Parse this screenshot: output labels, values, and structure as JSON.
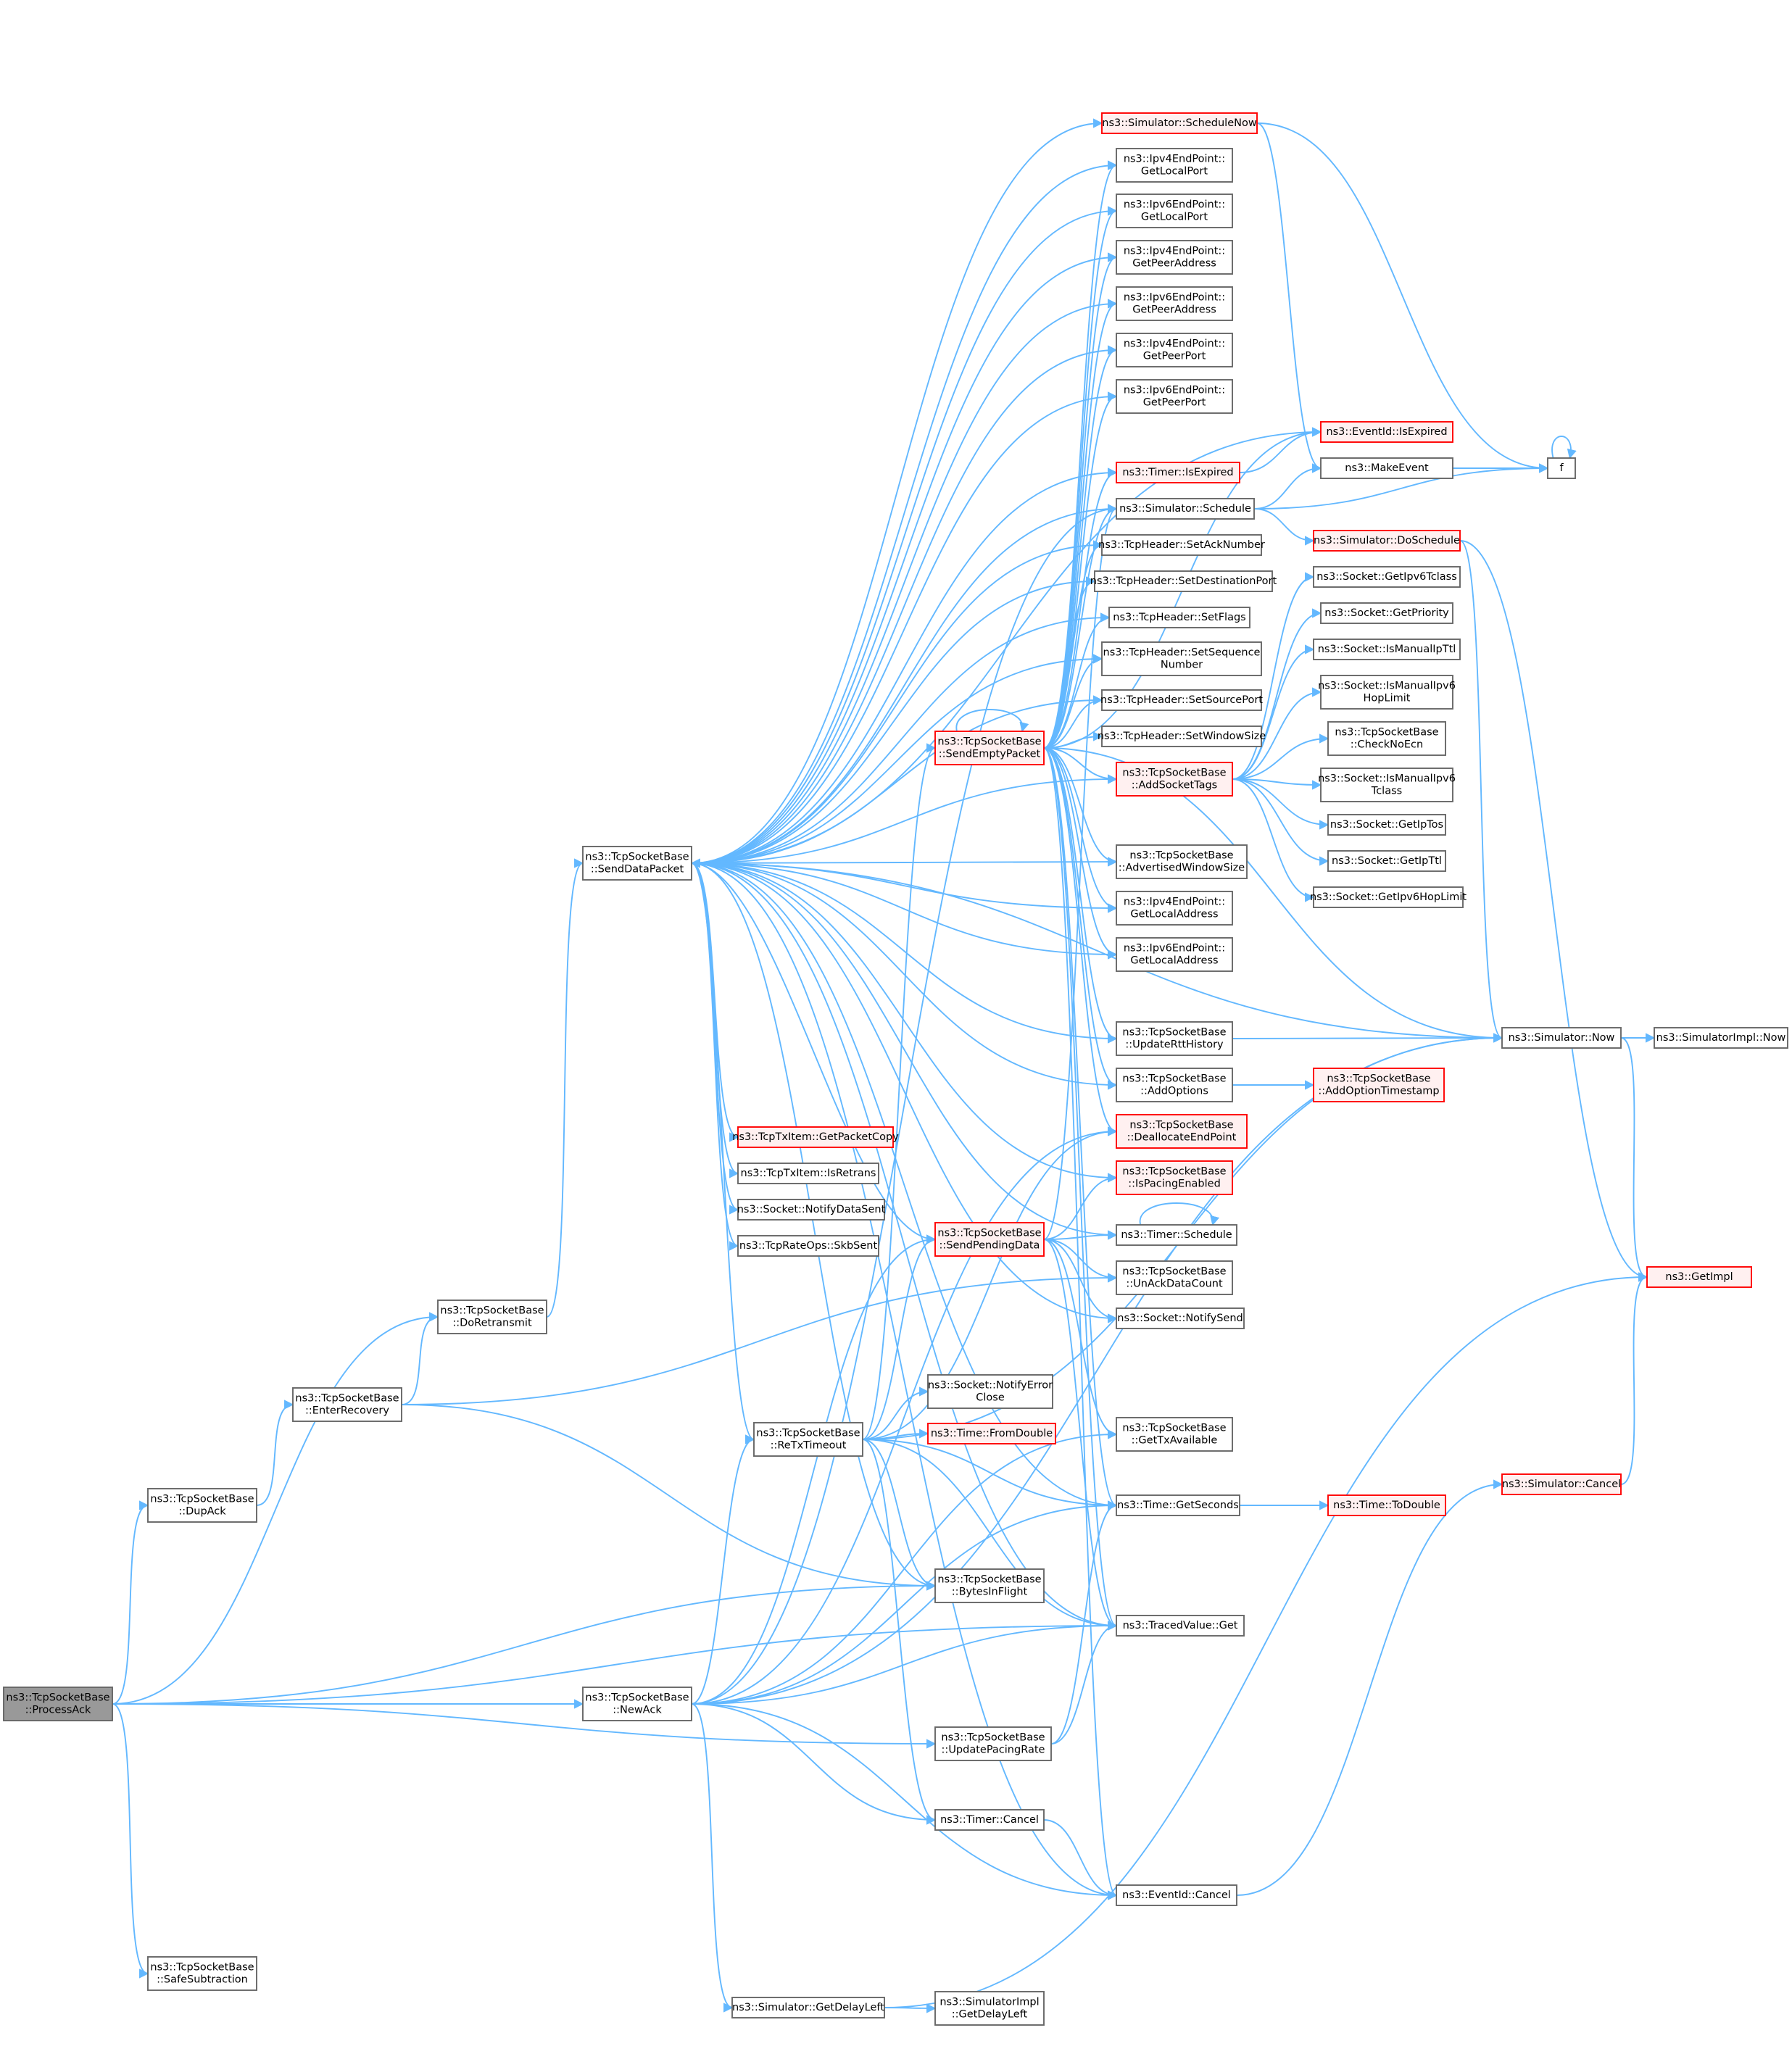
{
  "nodes": [
    {
      "id": "process_ack",
      "lines": [
        "ns3::TcpSocketBase",
        "::ProcessAck"
      ],
      "style": "root"
    },
    {
      "id": "dup_ack",
      "lines": [
        "ns3::TcpSocketBase",
        "::DupAck"
      ],
      "style": "normal"
    },
    {
      "id": "safe_sub",
      "lines": [
        "ns3::TcpSocketBase",
        "::SafeSubtraction"
      ],
      "style": "normal"
    },
    {
      "id": "enter_recovery",
      "lines": [
        "ns3::TcpSocketBase",
        "::EnterRecovery"
      ],
      "style": "normal"
    },
    {
      "id": "do_retransmit",
      "lines": [
        "ns3::TcpSocketBase",
        "::DoRetransmit"
      ],
      "style": "normal"
    },
    {
      "id": "send_data_packet",
      "lines": [
        "ns3::TcpSocketBase",
        "::SendDataPacket"
      ],
      "style": "normal"
    },
    {
      "id": "new_ack",
      "lines": [
        "ns3::TcpSocketBase",
        "::NewAck"
      ],
      "style": "normal"
    },
    {
      "id": "retx_timeout",
      "lines": [
        "ns3::TcpSocketBase",
        "::ReTxTimeout"
      ],
      "style": "normal"
    },
    {
      "id": "get_delay_left",
      "lines": [
        "ns3::Simulator::GetDelayLeft"
      ],
      "style": "normal"
    },
    {
      "id": "txitem_getpacketcopy",
      "lines": [
        "ns3::TcpTxItem::GetPacketCopy"
      ],
      "style": "red"
    },
    {
      "id": "txitem_isretrans",
      "lines": [
        "ns3::TcpTxItem::IsRetrans"
      ],
      "style": "normal"
    },
    {
      "id": "notify_data_sent",
      "lines": [
        "ns3::Socket::NotifyDataSent"
      ],
      "style": "normal"
    },
    {
      "id": "skb_sent",
      "lines": [
        "ns3::TcpRateOps::SkbSent"
      ],
      "style": "normal"
    },
    {
      "id": "send_empty_packet",
      "lines": [
        "ns3::TcpSocketBase",
        "::SendEmptyPacket"
      ],
      "style": "red"
    },
    {
      "id": "send_pending_data",
      "lines": [
        "ns3::TcpSocketBase",
        "::SendPendingData"
      ],
      "style": "red"
    },
    {
      "id": "notify_error_close",
      "lines": [
        "ns3::Socket::NotifyError",
        "Close"
      ],
      "style": "normal"
    },
    {
      "id": "time_fromdouble",
      "lines": [
        "ns3::Time::FromDouble"
      ],
      "style": "red"
    },
    {
      "id": "bytes_in_flight",
      "lines": [
        "ns3::TcpSocketBase",
        "::BytesInFlight"
      ],
      "style": "normal"
    },
    {
      "id": "update_pacing_rate",
      "lines": [
        "ns3::TcpSocketBase",
        "::UpdatePacingRate"
      ],
      "style": "normal"
    },
    {
      "id": "timer_cancel",
      "lines": [
        "ns3::Timer::Cancel"
      ],
      "style": "normal"
    },
    {
      "id": "simimpl_getdelayleft",
      "lines": [
        "ns3::SimulatorImpl",
        "::GetDelayLeft"
      ],
      "style": "normal"
    },
    {
      "id": "schedule_now",
      "lines": [
        "ns3::Simulator::ScheduleNow"
      ],
      "style": "red"
    },
    {
      "id": "ipv4_getlocalport",
      "lines": [
        "ns3::Ipv4EndPoint::",
        "GetLocalPort"
      ],
      "style": "normal"
    },
    {
      "id": "ipv6_getlocalport",
      "lines": [
        "ns3::Ipv6EndPoint::",
        "GetLocalPort"
      ],
      "style": "normal"
    },
    {
      "id": "ipv4_getpeeraddress",
      "lines": [
        "ns3::Ipv4EndPoint::",
        "GetPeerAddress"
      ],
      "style": "normal"
    },
    {
      "id": "ipv6_getpeeraddress",
      "lines": [
        "ns3::Ipv6EndPoint::",
        "GetPeerAddress"
      ],
      "style": "normal"
    },
    {
      "id": "ipv4_getpeerport",
      "lines": [
        "ns3::Ipv4EndPoint::",
        "GetPeerPort"
      ],
      "style": "normal"
    },
    {
      "id": "ipv6_getpeerport",
      "lines": [
        "ns3::Ipv6EndPoint::",
        "GetPeerPort"
      ],
      "style": "normal"
    },
    {
      "id": "timer_isexpired",
      "lines": [
        "ns3::Timer::IsExpired"
      ],
      "style": "red"
    },
    {
      "id": "sim_schedule",
      "lines": [
        "ns3::Simulator::Schedule"
      ],
      "style": "normal"
    },
    {
      "id": "set_ack_number",
      "lines": [
        "ns3::TcpHeader::SetAckNumber"
      ],
      "style": "normal"
    },
    {
      "id": "set_dest_port",
      "lines": [
        "ns3::TcpHeader::SetDestinationPort"
      ],
      "style": "normal"
    },
    {
      "id": "set_flags",
      "lines": [
        "ns3::TcpHeader::SetFlags"
      ],
      "style": "normal"
    },
    {
      "id": "set_seq_number",
      "lines": [
        "ns3::TcpHeader::SetSequence",
        "Number"
      ],
      "style": "normal"
    },
    {
      "id": "set_source_port",
      "lines": [
        "ns3::TcpHeader::SetSourcePort"
      ],
      "style": "normal"
    },
    {
      "id": "set_window_size",
      "lines": [
        "ns3::TcpHeader::SetWindowSize"
      ],
      "style": "normal"
    },
    {
      "id": "add_socket_tags",
      "lines": [
        "ns3::TcpSocketBase",
        "::AddSocketTags"
      ],
      "style": "red"
    },
    {
      "id": "advertised_window",
      "lines": [
        "ns3::TcpSocketBase",
        "::AdvertisedWindowSize"
      ],
      "style": "normal"
    },
    {
      "id": "ipv4_getlocaladdress",
      "lines": [
        "ns3::Ipv4EndPoint::",
        "GetLocalAddress"
      ],
      "style": "normal"
    },
    {
      "id": "ipv6_getlocaladdress",
      "lines": [
        "ns3::Ipv6EndPoint::",
        "GetLocalAddress"
      ],
      "style": "normal"
    },
    {
      "id": "update_rtt_history",
      "lines": [
        "ns3::TcpSocketBase",
        "::UpdateRttHistory"
      ],
      "style": "normal"
    },
    {
      "id": "add_options",
      "lines": [
        "ns3::TcpSocketBase",
        "::AddOptions"
      ],
      "style": "normal"
    },
    {
      "id": "deallocate_endpoint",
      "lines": [
        "ns3::TcpSocketBase",
        "::DeallocateEndPoint"
      ],
      "style": "red"
    },
    {
      "id": "is_pacing_enabled",
      "lines": [
        "ns3::TcpSocketBase",
        "::IsPacingEnabled"
      ],
      "style": "red"
    },
    {
      "id": "timer_schedule",
      "lines": [
        "ns3::Timer::Schedule"
      ],
      "style": "normal"
    },
    {
      "id": "unack_data_count",
      "lines": [
        "ns3::TcpSocketBase",
        "::UnAckDataCount"
      ],
      "style": "normal"
    },
    {
      "id": "notify_send",
      "lines": [
        "ns3::Socket::NotifySend"
      ],
      "style": "normal"
    },
    {
      "id": "get_tx_available",
      "lines": [
        "ns3::TcpSocketBase",
        "::GetTxAvailable"
      ],
      "style": "normal"
    },
    {
      "id": "time_getseconds",
      "lines": [
        "ns3::Time::GetSeconds"
      ],
      "style": "normal"
    },
    {
      "id": "traced_value_get",
      "lines": [
        "ns3::TracedValue::Get"
      ],
      "style": "normal"
    },
    {
      "id": "eventid_cancel",
      "lines": [
        "ns3::EventId::Cancel"
      ],
      "style": "normal"
    },
    {
      "id": "eventid_isexpired",
      "lines": [
        "ns3::EventId::IsExpired"
      ],
      "style": "red"
    },
    {
      "id": "make_event",
      "lines": [
        "ns3::MakeEvent"
      ],
      "style": "normal"
    },
    {
      "id": "sim_doschedule",
      "lines": [
        "ns3::Simulator::DoSchedule"
      ],
      "style": "red"
    },
    {
      "id": "get_ipv6_tclass",
      "lines": [
        "ns3::Socket::GetIpv6Tclass"
      ],
      "style": "normal"
    },
    {
      "id": "get_priority",
      "lines": [
        "ns3::Socket::GetPriority"
      ],
      "style": "normal"
    },
    {
      "id": "is_manual_ipttl",
      "lines": [
        "ns3::Socket::IsManualIpTtl"
      ],
      "style": "normal"
    },
    {
      "id": "is_manual_ipv6hoplimit",
      "lines": [
        "ns3::Socket::IsManualIpv6",
        "HopLimit"
      ],
      "style": "normal"
    },
    {
      "id": "check_no_ecn",
      "lines": [
        "ns3::TcpSocketBase",
        "::CheckNoEcn"
      ],
      "style": "normal"
    },
    {
      "id": "is_manual_ipv6tclass",
      "lines": [
        "ns3::Socket::IsManualIpv6",
        "Tclass"
      ],
      "style": "normal"
    },
    {
      "id": "get_ip_tos",
      "lines": [
        "ns3::Socket::GetIpTos"
      ],
      "style": "normal"
    },
    {
      "id": "get_ip_ttl",
      "lines": [
        "ns3::Socket::GetIpTtl"
      ],
      "style": "normal"
    },
    {
      "id": "get_ipv6_hoplimit",
      "lines": [
        "ns3::Socket::GetIpv6HopLimit"
      ],
      "style": "normal"
    },
    {
      "id": "add_option_timestamp",
      "lines": [
        "ns3::TcpSocketBase",
        "::AddOptionTimestamp"
      ],
      "style": "red"
    },
    {
      "id": "time_todouble",
      "lines": [
        "ns3::Time::ToDouble"
      ],
      "style": "red"
    },
    {
      "id": "f_func",
      "lines": [
        "f"
      ],
      "style": "normal"
    },
    {
      "id": "sim_now",
      "lines": [
        "ns3::Simulator::Now"
      ],
      "style": "normal"
    },
    {
      "id": "sim_cancel",
      "lines": [
        "ns3::Simulator::Cancel"
      ],
      "style": "red"
    },
    {
      "id": "simimpl_now",
      "lines": [
        "ns3::SimulatorImpl::Now"
      ],
      "style": "normal"
    },
    {
      "id": "get_impl",
      "lines": [
        "ns3::GetImpl"
      ],
      "style": "red"
    }
  ],
  "edges": [
    [
      "process_ack",
      "do_retransmit"
    ],
    [
      "process_ack",
      "dup_ack"
    ],
    [
      "process_ack",
      "bytes_in_flight"
    ],
    [
      "process_ack",
      "new_ack"
    ],
    [
      "process_ack",
      "update_pacing_rate"
    ],
    [
      "process_ack",
      "traced_value_get"
    ],
    [
      "process_ack",
      "safe_sub"
    ],
    [
      "dup_ack",
      "enter_recovery"
    ],
    [
      "enter_recovery",
      "do_retransmit"
    ],
    [
      "enter_recovery",
      "unack_data_count"
    ],
    [
      "enter_recovery",
      "bytes_in_flight"
    ],
    [
      "do_retransmit",
      "send_data_packet"
    ],
    [
      "send_data_packet",
      "schedule_now"
    ],
    [
      "send_data_packet",
      "ipv4_getlocalport"
    ],
    [
      "send_data_packet",
      "ipv6_getlocalport"
    ],
    [
      "send_data_packet",
      "ipv4_getpeeraddress"
    ],
    [
      "send_data_packet",
      "ipv6_getpeeraddress"
    ],
    [
      "send_data_packet",
      "ipv4_getpeerport"
    ],
    [
      "send_data_packet",
      "ipv6_getpeerport"
    ],
    [
      "send_data_packet",
      "eventid_isexpired"
    ],
    [
      "send_data_packet",
      "timer_isexpired"
    ],
    [
      "send_data_packet",
      "sim_schedule"
    ],
    [
      "send_data_packet",
      "set_ack_number"
    ],
    [
      "send_data_packet",
      "set_dest_port"
    ],
    [
      "send_data_packet",
      "set_flags"
    ],
    [
      "send_data_packet",
      "set_seq_number"
    ],
    [
      "send_data_packet",
      "set_source_port"
    ],
    [
      "send_data_packet",
      "add_socket_tags"
    ],
    [
      "send_data_packet",
      "advertised_window"
    ],
    [
      "send_data_packet",
      "ipv4_getlocaladdress"
    ],
    [
      "send_data_packet",
      "ipv6_getlocaladdress"
    ],
    [
      "send_data_packet",
      "sim_now"
    ],
    [
      "send_data_packet",
      "update_rtt_history"
    ],
    [
      "send_data_packet",
      "add_options"
    ],
    [
      "send_data_packet",
      "is_pacing_enabled"
    ],
    [
      "send_data_packet",
      "txitem_getpacketcopy"
    ],
    [
      "send_data_packet",
      "txitem_isretrans"
    ],
    [
      "send_data_packet",
      "notify_data_sent"
    ],
    [
      "send_data_packet",
      "skb_sent"
    ],
    [
      "send_data_packet",
      "timer_schedule"
    ],
    [
      "send_data_packet",
      "retx_timeout"
    ],
    [
      "send_data_packet",
      "bytes_in_flight"
    ],
    [
      "send_data_packet",
      "time_getseconds"
    ],
    [
      "send_data_packet",
      "traced_value_get"
    ],
    [
      "send_data_packet",
      "eventid_cancel"
    ],
    [
      "send_data_packet",
      "notify_send"
    ],
    [
      "new_ack",
      "retx_timeout"
    ],
    [
      "new_ack",
      "sim_schedule"
    ],
    [
      "new_ack",
      "send_pending_data"
    ],
    [
      "new_ack",
      "deallocate_endpoint"
    ],
    [
      "new_ack",
      "get_tx_available"
    ],
    [
      "new_ack",
      "time_getseconds"
    ],
    [
      "new_ack",
      "traced_value_get"
    ],
    [
      "new_ack",
      "eventid_cancel"
    ],
    [
      "new_ack",
      "sim_now"
    ],
    [
      "new_ack",
      "get_delay_left"
    ],
    [
      "new_ack",
      "timer_cancel"
    ],
    [
      "retx_timeout",
      "send_empty_packet"
    ],
    [
      "retx_timeout",
      "send_pending_data"
    ],
    [
      "retx_timeout",
      "notify_error_close"
    ],
    [
      "retx_timeout",
      "time_fromdouble"
    ],
    [
      "retx_timeout",
      "bytes_in_flight"
    ],
    [
      "retx_timeout",
      "deallocate_endpoint"
    ],
    [
      "retx_timeout",
      "time_getseconds"
    ],
    [
      "retx_timeout",
      "traced_value_get"
    ],
    [
      "retx_timeout",
      "timer_cancel"
    ],
    [
      "retx_timeout",
      "sim_now"
    ],
    [
      "get_delay_left",
      "simimpl_getdelayleft"
    ],
    [
      "get_delay_left",
      "get_impl"
    ],
    [
      "send_empty_packet",
      "send_empty_packet"
    ],
    [
      "send_empty_packet",
      "ipv4_getlocalport"
    ],
    [
      "send_empty_packet",
      "ipv6_getlocalport"
    ],
    [
      "send_empty_packet",
      "ipv4_getpeeraddress"
    ],
    [
      "send_empty_packet",
      "ipv6_getpeeraddress"
    ],
    [
      "send_empty_packet",
      "ipv4_getpeerport"
    ],
    [
      "send_empty_packet",
      "ipv6_getpeerport"
    ],
    [
      "send_empty_packet",
      "eventid_isexpired"
    ],
    [
      "send_empty_packet",
      "timer_isexpired"
    ],
    [
      "send_empty_packet",
      "sim_schedule"
    ],
    [
      "send_empty_packet",
      "set_ack_number"
    ],
    [
      "send_empty_packet",
      "set_dest_port"
    ],
    [
      "send_empty_packet",
      "set_flags"
    ],
    [
      "send_empty_packet",
      "set_seq_number"
    ],
    [
      "send_empty_packet",
      "set_source_port"
    ],
    [
      "send_empty_packet",
      "set_window_size"
    ],
    [
      "send_empty_packet",
      "add_socket_tags"
    ],
    [
      "send_empty_packet",
      "advertised_window"
    ],
    [
      "send_empty_packet",
      "ipv4_getlocaladdress"
    ],
    [
      "send_empty_packet",
      "ipv6_getlocaladdress"
    ],
    [
      "send_empty_packet",
      "update_rtt_history"
    ],
    [
      "send_empty_packet",
      "add_options"
    ],
    [
      "send_empty_packet",
      "deallocate_endpoint"
    ],
    [
      "send_empty_packet",
      "sim_now"
    ],
    [
      "send_empty_packet",
      "time_getseconds"
    ],
    [
      "send_empty_packet",
      "traced_value_get"
    ],
    [
      "send_empty_packet",
      "eventid_cancel"
    ],
    [
      "send_pending_data",
      "sim_schedule"
    ],
    [
      "send_pending_data",
      "is_pacing_enabled"
    ],
    [
      "send_pending_data",
      "timer_schedule"
    ],
    [
      "send_pending_data",
      "unack_data_count"
    ],
    [
      "send_pending_data",
      "notify_send"
    ],
    [
      "send_pending_data",
      "get_tx_available"
    ],
    [
      "send_pending_data",
      "traced_value_get"
    ],
    [
      "send_pending_data",
      "send_data_packet"
    ],
    [
      "update_pacing_rate",
      "time_getseconds"
    ],
    [
      "update_pacing_rate",
      "traced_value_get"
    ],
    [
      "timer_cancel",
      "eventid_cancel"
    ],
    [
      "schedule_now",
      "make_event"
    ],
    [
      "schedule_now",
      "f_func"
    ],
    [
      "timer_isexpired",
      "eventid_isexpired"
    ],
    [
      "sim_schedule",
      "make_event"
    ],
    [
      "sim_schedule",
      "sim_doschedule"
    ],
    [
      "sim_schedule",
      "f_func"
    ],
    [
      "make_event",
      "f_func"
    ],
    [
      "f_func",
      "f_func"
    ],
    [
      "sim_doschedule",
      "sim_now"
    ],
    [
      "sim_doschedule",
      "get_impl"
    ],
    [
      "add_socket_tags",
      "get_ipv6_tclass"
    ],
    [
      "add_socket_tags",
      "get_priority"
    ],
    [
      "add_socket_tags",
      "is_manual_ipttl"
    ],
    [
      "add_socket_tags",
      "is_manual_ipv6hoplimit"
    ],
    [
      "add_socket_tags",
      "check_no_ecn"
    ],
    [
      "add_socket_tags",
      "is_manual_ipv6tclass"
    ],
    [
      "add_socket_tags",
      "get_ip_tos"
    ],
    [
      "add_socket_tags",
      "get_ip_ttl"
    ],
    [
      "add_socket_tags",
      "get_ipv6_hoplimit"
    ],
    [
      "update_rtt_history",
      "sim_now"
    ],
    [
      "add_options",
      "add_option_timestamp"
    ],
    [
      "timer_schedule",
      "timer_schedule"
    ],
    [
      "time_getseconds",
      "time_todouble"
    ],
    [
      "eventid_cancel",
      "sim_cancel"
    ],
    [
      "sim_now",
      "simimpl_now"
    ],
    [
      "sim_now",
      "get_impl"
    ],
    [
      "sim_cancel",
      "get_impl"
    ]
  ]
}
